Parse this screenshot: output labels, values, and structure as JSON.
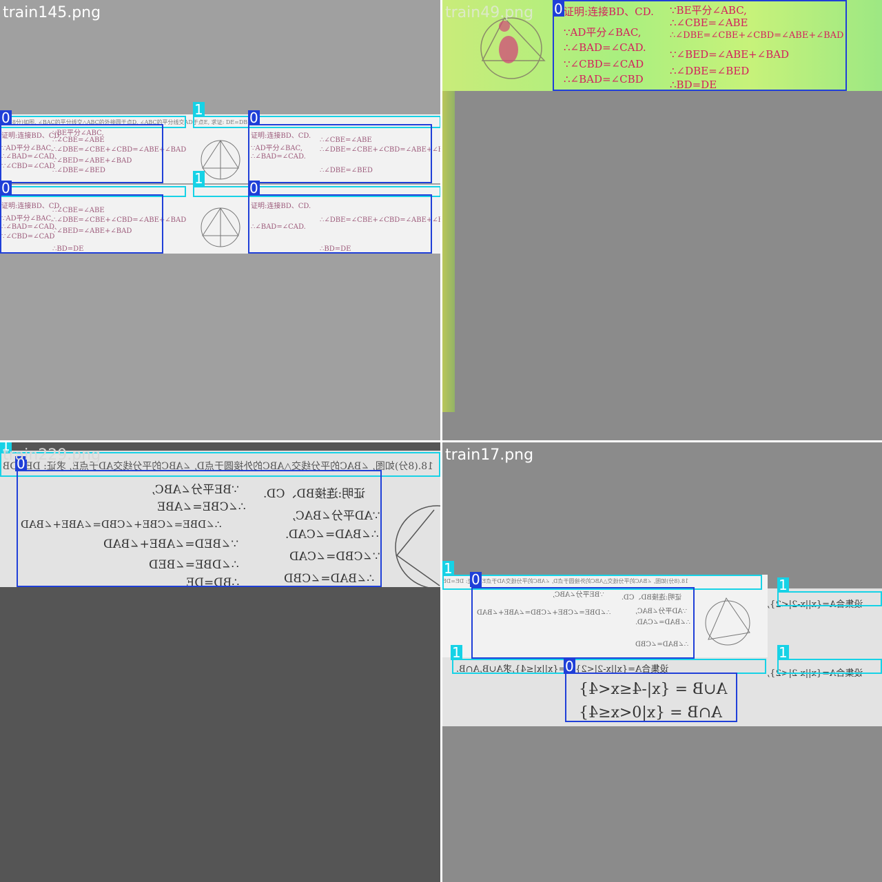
{
  "tiles": [
    {
      "filename": "train145.png",
      "label0": "0",
      "label1": "1"
    },
    {
      "filename": "train49.png",
      "label0": "0"
    },
    {
      "filename": "train229.png",
      "label0": "0",
      "label1": "1"
    },
    {
      "filename": "train17.png",
      "label0": "0",
      "label1": "1"
    }
  ],
  "handwriting": {
    "left_col": [
      "证明:连接BD、CD.",
      "∵AD平分∠BAC,",
      "∴∠BAD=∠CAD.",
      "∵∠CBD=∠CAD",
      "∴∠BAD=∠CBD"
    ],
    "right_col": [
      "∵BE平分∠ABC,",
      "∴∠CBE=∠ABE",
      "∴∠DBE=∠CBE+∠CBD=∠ABE+∠BAD",
      "∵∠BED=∠ABE+∠BAD",
      "∴∠DBE=∠BED",
      "∴BD=DE"
    ],
    "header": "18.(8分)如图, ∠BAC的平分线交△ABC的外接圆于点D, ∠ABC的平分线交AD于点E, 求证: DE=DB",
    "set_header": "设集合A={x||x-2|<2},B={x||x|≤4},求A∪B,A∩B.",
    "set_lines": [
      "A∪B = {x|-4≤x<4}",
      "A∩B = {x|0<x≤4}"
    ]
  },
  "colors": {
    "class0": "#1f3fd8",
    "class1": "#16d2e6",
    "bg_tl": "#a0a0a0",
    "bg_tr": "#8b8b8b",
    "bg_bl": "#555555",
    "bg_br": "#8b8b8b"
  }
}
